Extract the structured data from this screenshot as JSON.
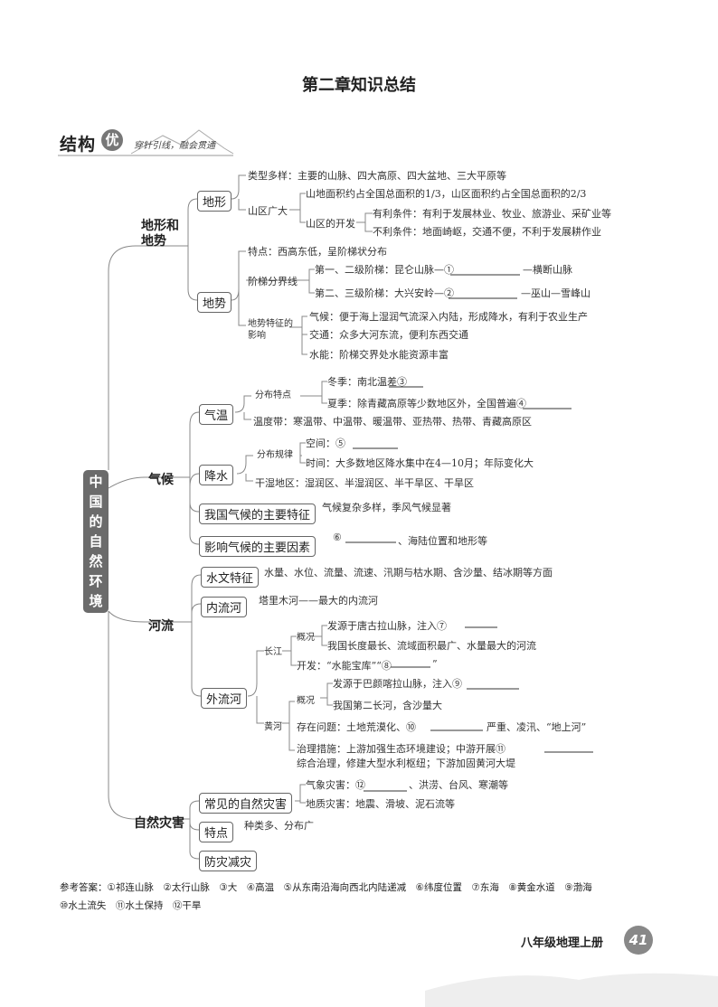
{
  "page": {
    "title": "第二章知识总结",
    "banner": {
      "main": "结构",
      "you": "优",
      "subtitle": "穿针引线，融会贯通"
    },
    "root": "中国的自然环境",
    "terrain": {
      "label": "地形和地势",
      "dixing": {
        "label": "地形",
        "types": "类型多样：主要的山脉、四大高原、四大盆地、三大平原等",
        "shanqu": "山区广大",
        "area": "山地面积约占全国总面积的1/3，山区面积约占全国总面积的2/3",
        "kaifa": "山区的开发",
        "fav": "有利条件：有利于发展林业、牧业、旅游业、采矿业等",
        "unfav": "不利条件：地面崎岖，交通不便，不利于发展耕作业"
      },
      "dishi": {
        "label": "地势",
        "feature": "特点：西高东低，呈阶梯状分布",
        "boundary": "阶梯分界线",
        "b1": "第一、二级阶梯：昆仑山脉—①",
        "b1end": "—横断山脉",
        "b2": "第二、三级阶梯：大兴安岭—②",
        "b2end": "—巫山—雪峰山",
        "effect": "地势特征的影响",
        "e1": "气候：便于海上湿润气流深入内陆，形成降水，有利于农业生产",
        "e2": "交通：众多大河东流，便利东西交通",
        "e3": "水能：阶梯交界处水能资源丰富"
      }
    },
    "climate": {
      "label": "气候",
      "temp": {
        "label": "气温",
        "dist": "分布特点",
        "winter": "冬季：南北温差③",
        "summer": "夏季：除青藏高原等少数地区外，全国普遍④",
        "zones": "温度带：寒温带、中温带、暖温带、亚热带、热带、青藏高原区"
      },
      "precip": {
        "label": "降水",
        "rule": "分布规律",
        "space": "空间：⑤",
        "time": "时间：大多数地区降水集中在4—10月；年际变化大",
        "zones": "干湿地区：湿润区、半湿润区、半干旱区、干旱区"
      },
      "main": {
        "label": "我国气候的主要特征",
        "text": "气候复杂多样，季风气候显著"
      },
      "factor": {
        "label": "影响气候的主要因素",
        "num": "⑥",
        "text": "、海陆位置和地形等"
      }
    },
    "rivers": {
      "label": "河流",
      "water": {
        "label": "水文特征",
        "text": "水量、水位、流量、流速、汛期与枯水期、含沙量、结冰期等方面"
      },
      "inland": {
        "label": "内流河",
        "text": "塔里木河——最大的内流河"
      },
      "outflow": {
        "label": "外流河",
        "cj": "长江",
        "gk": "概况",
        "cj1": "发源于唐古拉山脉，注入⑦",
        "cj2": "我国长度最长、流域面积最广、水量最大的河流",
        "cj3": "开发：“水能宝库”“⑧",
        "cj3end": "”",
        "hh": "黄河",
        "hh_gk": "概况",
        "hh1": "发源于巴颜喀拉山脉，注入⑨",
        "hh2": "我国第二长河，含沙量大",
        "hh3": "存在问题：土地荒漠化、⑩",
        "hh3end": "严重、凌汛、“地上河”",
        "hh4": "治理措施：上游加强生态环境建设；中游开展⑪",
        "hh5": "综合治理，修建大型水利枢纽；下游加固黄河大堤"
      }
    },
    "disaster": {
      "label": "自然灾害",
      "common": {
        "label": "常见的自然灾害",
        "qx": "气象灾害：⑫",
        "qxend": "、洪涝、台风、寒潮等",
        "dz": "地质灾害：地震、滑坡、泥石流等"
      },
      "feature": {
        "label": "特点",
        "text": "种类多、分布广"
      },
      "prevent": {
        "label": "防灾减灾"
      }
    },
    "answers": {
      "line1": "参考答案：①祁连山脉　②太行山脉　③大　④高温　⑤从东南沿海向西北内陆递减　⑥纬度位置　⑦东海　⑧黄金水道　⑨渤海",
      "line2": "⑩水土流失　⑪水土保持　⑫干旱"
    },
    "footer": {
      "book": "八年级地理上册",
      "page": "41"
    }
  }
}
